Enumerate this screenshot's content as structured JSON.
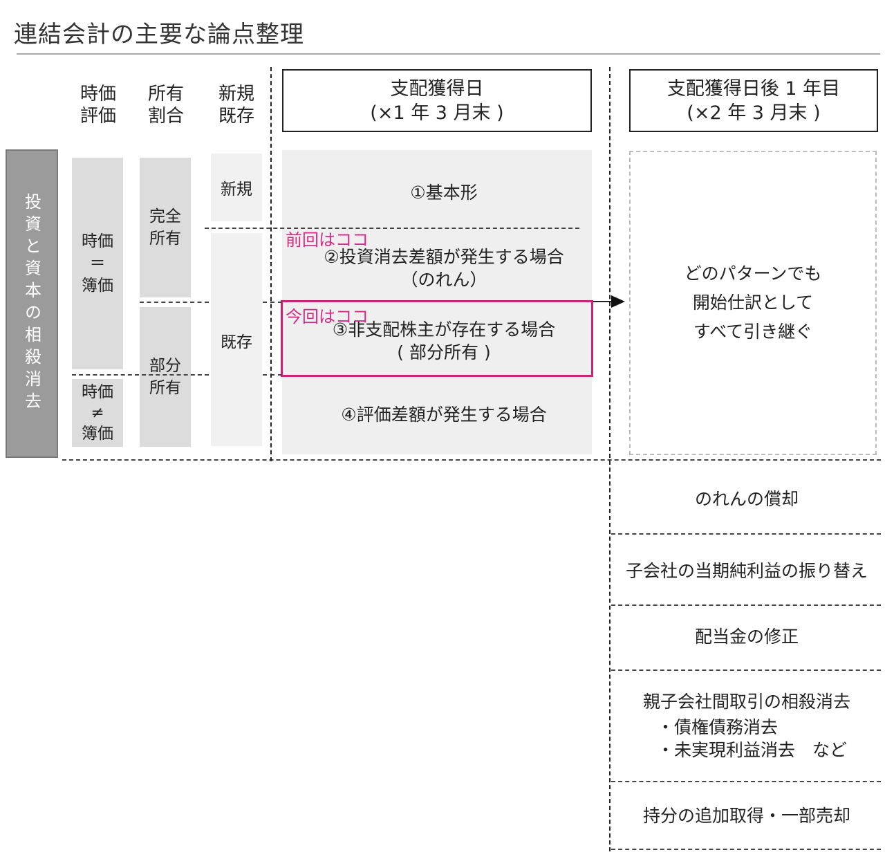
{
  "title": "連結会計の主要な論点整理",
  "column_headers": {
    "valuation": [
      "時価",
      "評価"
    ],
    "ownership": [
      "所有",
      "割合"
    ],
    "new_existing": [
      "新規",
      "既存"
    ]
  },
  "box_headers": {
    "acquisition_date": [
      "支配獲得日",
      "(×1 年 3 月末 )"
    ],
    "year_one": [
      "支配獲得日後 1 年目",
      "(×2 年 3 月末 )"
    ]
  },
  "left_bar": "投資と資本の相殺消去",
  "valuation_cells": {
    "equal": [
      "時価",
      "＝",
      "簿価"
    ],
    "not_equal": [
      "時価",
      "≠",
      "簿価"
    ]
  },
  "ownership_cells": {
    "full": [
      "完全",
      "所有"
    ],
    "partial": [
      "部分",
      "所有"
    ]
  },
  "new_existing_cells": {
    "new": "新規",
    "existing": "既存"
  },
  "cases": {
    "c1": [
      "①基本形"
    ],
    "c2": [
      "②投資消去差額が発生する場合",
      "（のれん）"
    ],
    "c3": [
      "③非支配株主が存在する場合",
      "( 部分所有 )"
    ],
    "c4": [
      "④評価差額が発生する場合"
    ]
  },
  "markers": {
    "previous": "前回はココ",
    "current": "今回はココ"
  },
  "carry_over": [
    "どのパターンでも",
    "開始仕訳として",
    "すべて引き継ぐ"
  ],
  "year_one_items": {
    "r1": "のれんの償却",
    "r2": "子会社の当期純利益の振り替え",
    "r3": "配当金の修正",
    "r4_title": "親子会社間取引の相殺消去",
    "r4_bullet1": "・債権債務消去",
    "r4_bullet2": "・未実現利益消去　など",
    "r5": "持分の追加取得・一部売却"
  },
  "colors": {
    "highlight": "#d62a85",
    "dark_bar": "#9b9b9b",
    "cell_gray": "#dcdcdc",
    "panel_gray": "#efefef"
  }
}
